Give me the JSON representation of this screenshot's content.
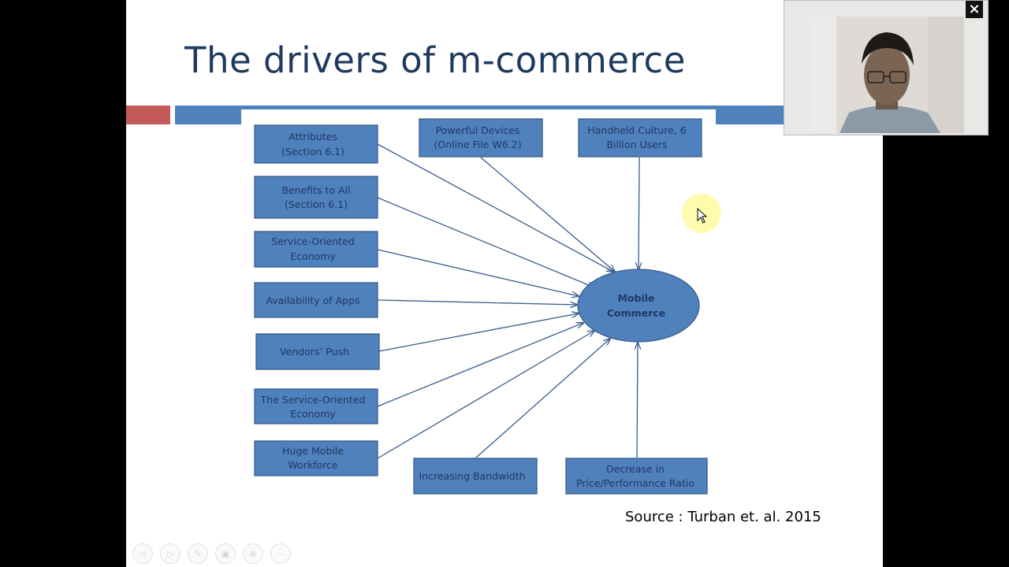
{
  "slide": {
    "title": "The drivers of m-commerce",
    "source_note": "Source : Turban et. al. 2015"
  },
  "diagram": {
    "center": {
      "line1": "Mobile",
      "line2": "Commerce"
    },
    "nodes": {
      "attributes": {
        "line1": "Attributes",
        "line2": "(Section 6.1)"
      },
      "benefits": {
        "line1": "Benefits to All",
        "line2": "(Section 6.1)"
      },
      "service_oriented": {
        "line1": "Service-Oriented",
        "line2": "Economy"
      },
      "availability_apps": {
        "line1": "Availability of Apps"
      },
      "vendors_push": {
        "line1": "Vendors’ Push"
      },
      "the_service_oriented": {
        "line1": "The Service-Oriented",
        "line2": "Economy"
      },
      "huge_mobile": {
        "line1": "Huge Mobile",
        "line2": "Workforce"
      },
      "powerful_devices": {
        "line1": "Powerful Devices",
        "line2": "(Online File W6.2)"
      },
      "handheld_culture": {
        "line1": "Handheld Culture, 6",
        "line2": "Billion Users"
      },
      "increasing_bandwidth": {
        "line1": "Increasing Bandwidth"
      },
      "decrease_price": {
        "line1": "Decrease in",
        "line2": "Price/Performance Ratio"
      }
    }
  },
  "presentation_controls": {
    "icons": [
      "previous-icon",
      "next-icon",
      "pen-icon",
      "slides-icon",
      "zoom-icon",
      "more-icon"
    ],
    "prev_glyph": "◁",
    "next_glyph": "▷",
    "pen_glyph": "✎",
    "slides_glyph": "▣",
    "zoom_glyph": "⊕",
    "more_glyph": "⋯"
  },
  "webcam": {
    "close_glyph": "×"
  },
  "colors": {
    "title": "#1f3a5f",
    "node_fill": "#4f81bd",
    "node_stroke": "#385d8a",
    "node_text": "#1f3864",
    "accent_red": "#c55a5a"
  }
}
